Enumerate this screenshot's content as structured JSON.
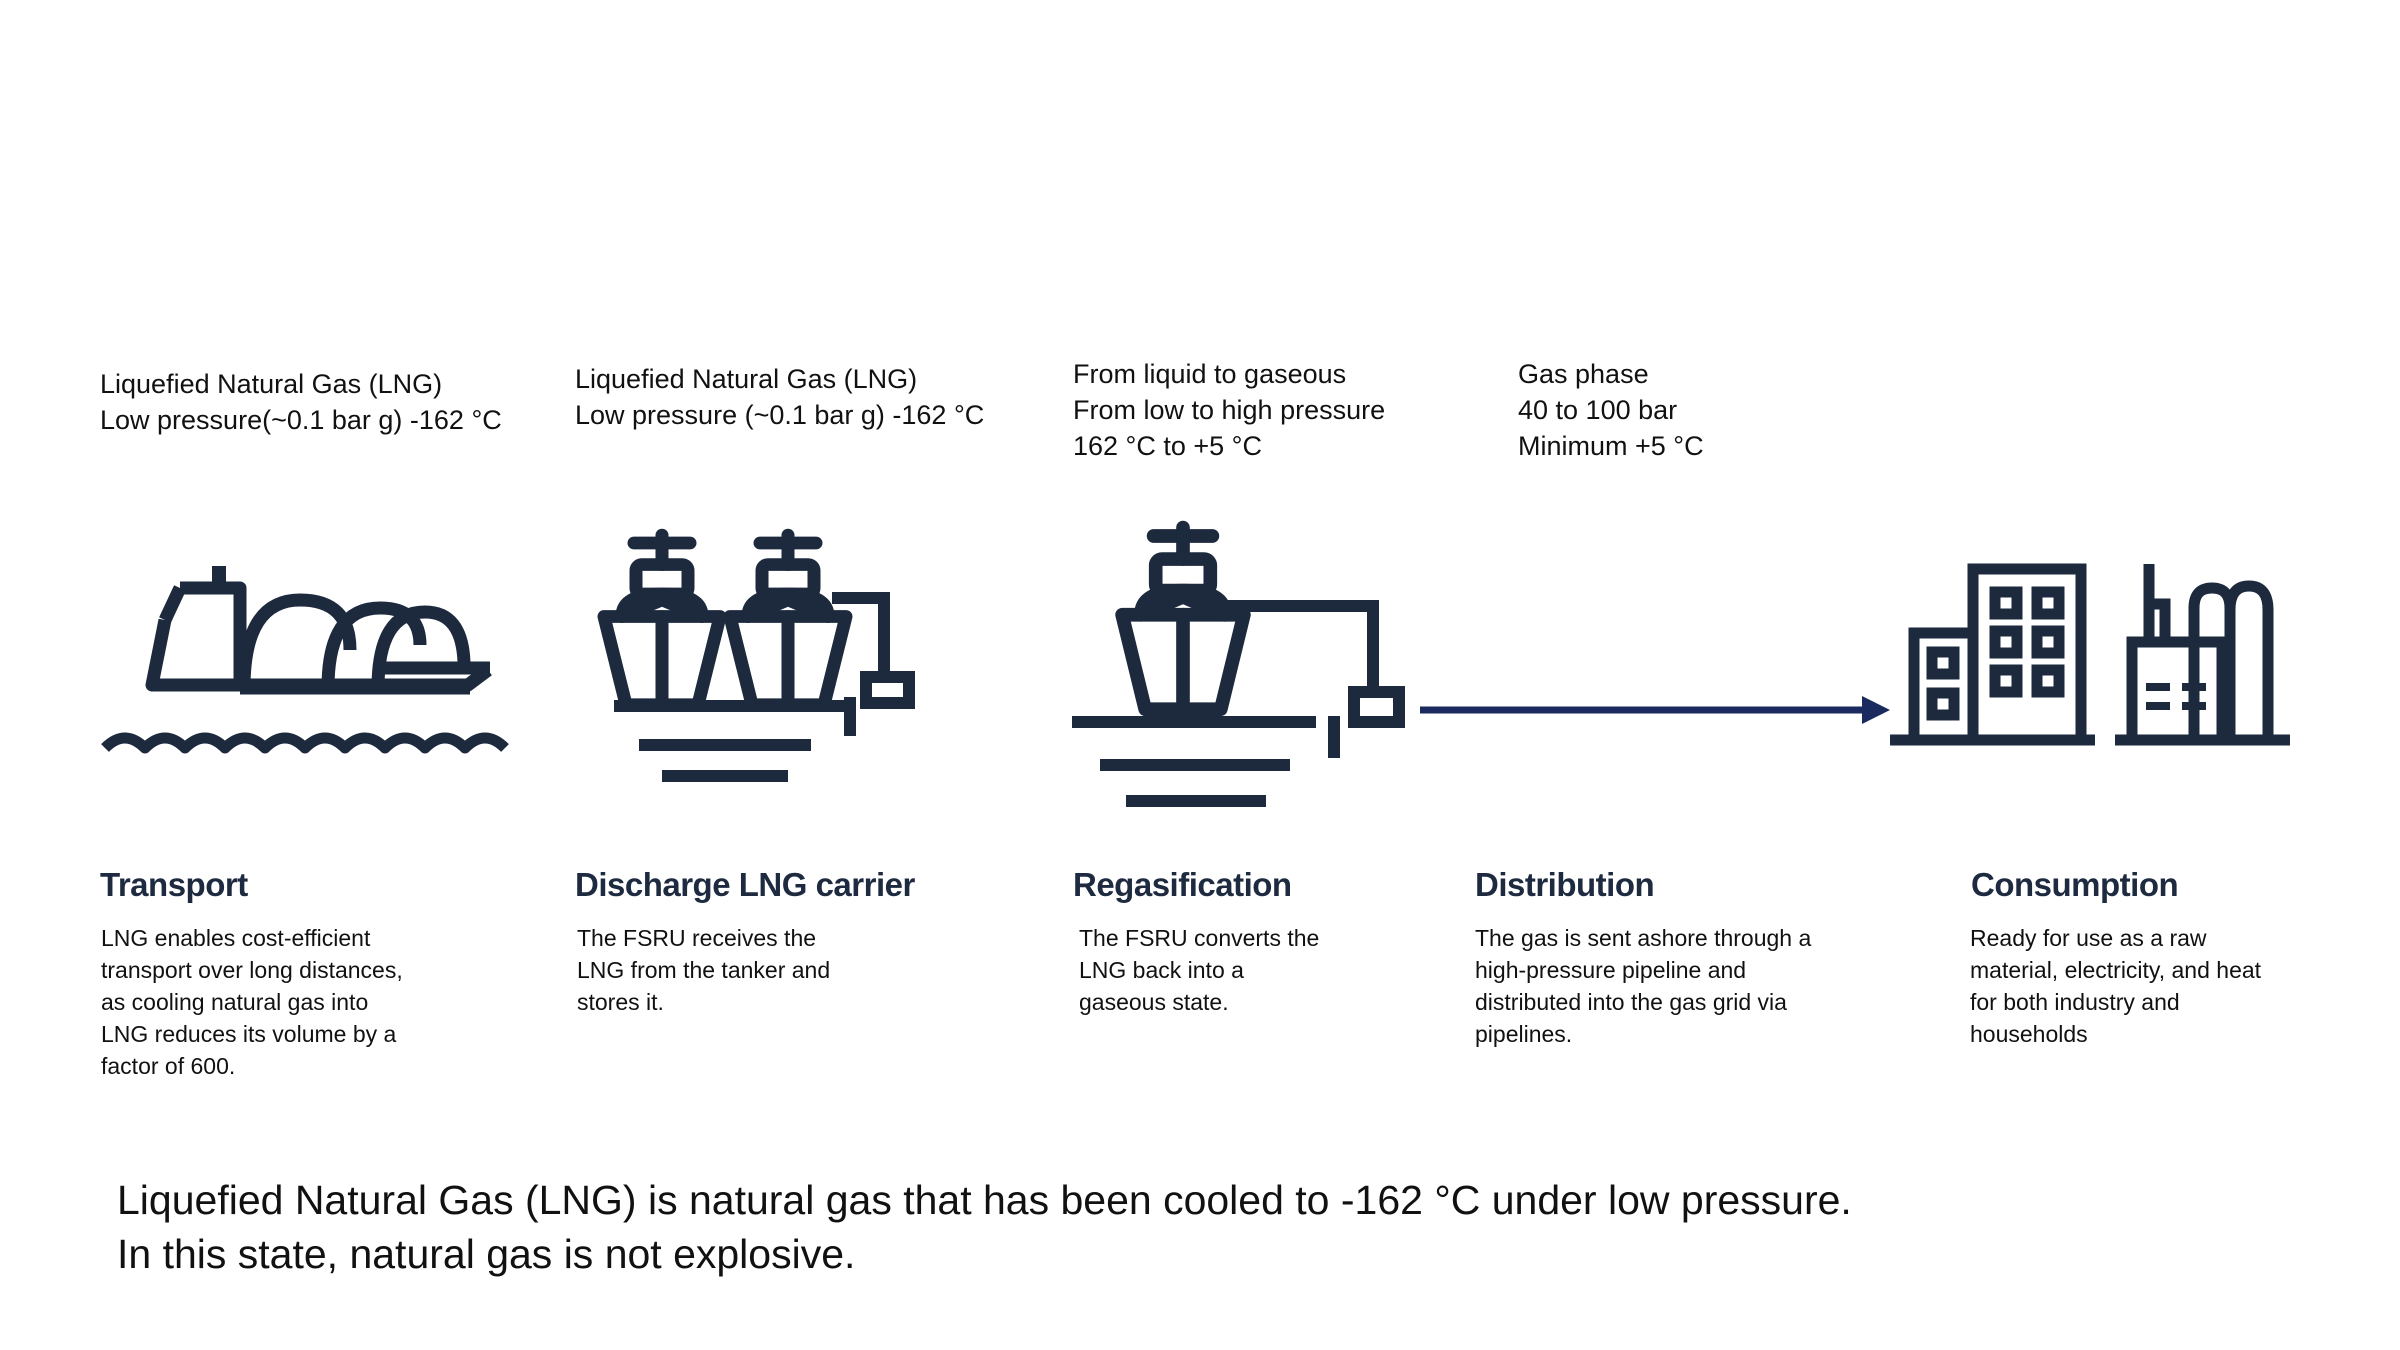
{
  "colors": {
    "icon": "#1d2a3e",
    "arrow": "#1b2a5e",
    "heading": "#1d2a40"
  },
  "conditions": [
    {
      "lines": [
        "Liquefied Natural Gas (LNG)",
        "Low pressure(~0.1 bar g)  -162 °C"
      ]
    },
    {
      "lines": [
        "Liquefied Natural Gas (LNG)",
        "Low pressure (~0.1 bar g)  -162 °C"
      ]
    },
    {
      "lines": [
        "From liquid to gaseous",
        "From low to high pressure",
        "162 °C to +5 °C"
      ]
    },
    {
      "lines": [
        "Gas phase",
        "40 to 100 bar",
        "Minimum +5 °C"
      ]
    }
  ],
  "steps": [
    {
      "title": "Transport",
      "icon": "lng-tanker-ship-icon",
      "lines": [
        "LNG enables cost-efficient",
        "transport over long distances,",
        "as cooling natural gas into",
        "LNG reduces its volume by a",
        "factor of 600."
      ]
    },
    {
      "title": "Discharge LNG carrier",
      "icon": "ship-to-ship-transfer-icon",
      "lines": [
        "The FSRU receives the",
        "LNG from the tanker and",
        "stores it."
      ]
    },
    {
      "title": "Regasification",
      "icon": "fsru-ship-icon",
      "lines": [
        "The FSRU converts the",
        "LNG back into a",
        "gaseous state."
      ]
    },
    {
      "title": "Distribution",
      "icon": "pipeline-arrow-icon",
      "lines": [
        "The gas is sent ashore through a",
        "high-pressure pipeline and",
        "distributed into the gas grid via",
        "pipelines."
      ]
    },
    {
      "title": "Consumption",
      "icon": "buildings-factory-icon",
      "lines": [
        "Ready for use as a raw",
        "material, electricity, and heat",
        "for both industry and",
        "households"
      ]
    }
  ],
  "footer": {
    "lines": [
      "Liquefied Natural Gas (LNG) is natural gas that has been cooled to -162 °C under low pressure.",
      "In this state, natural gas is not explosive."
    ]
  }
}
